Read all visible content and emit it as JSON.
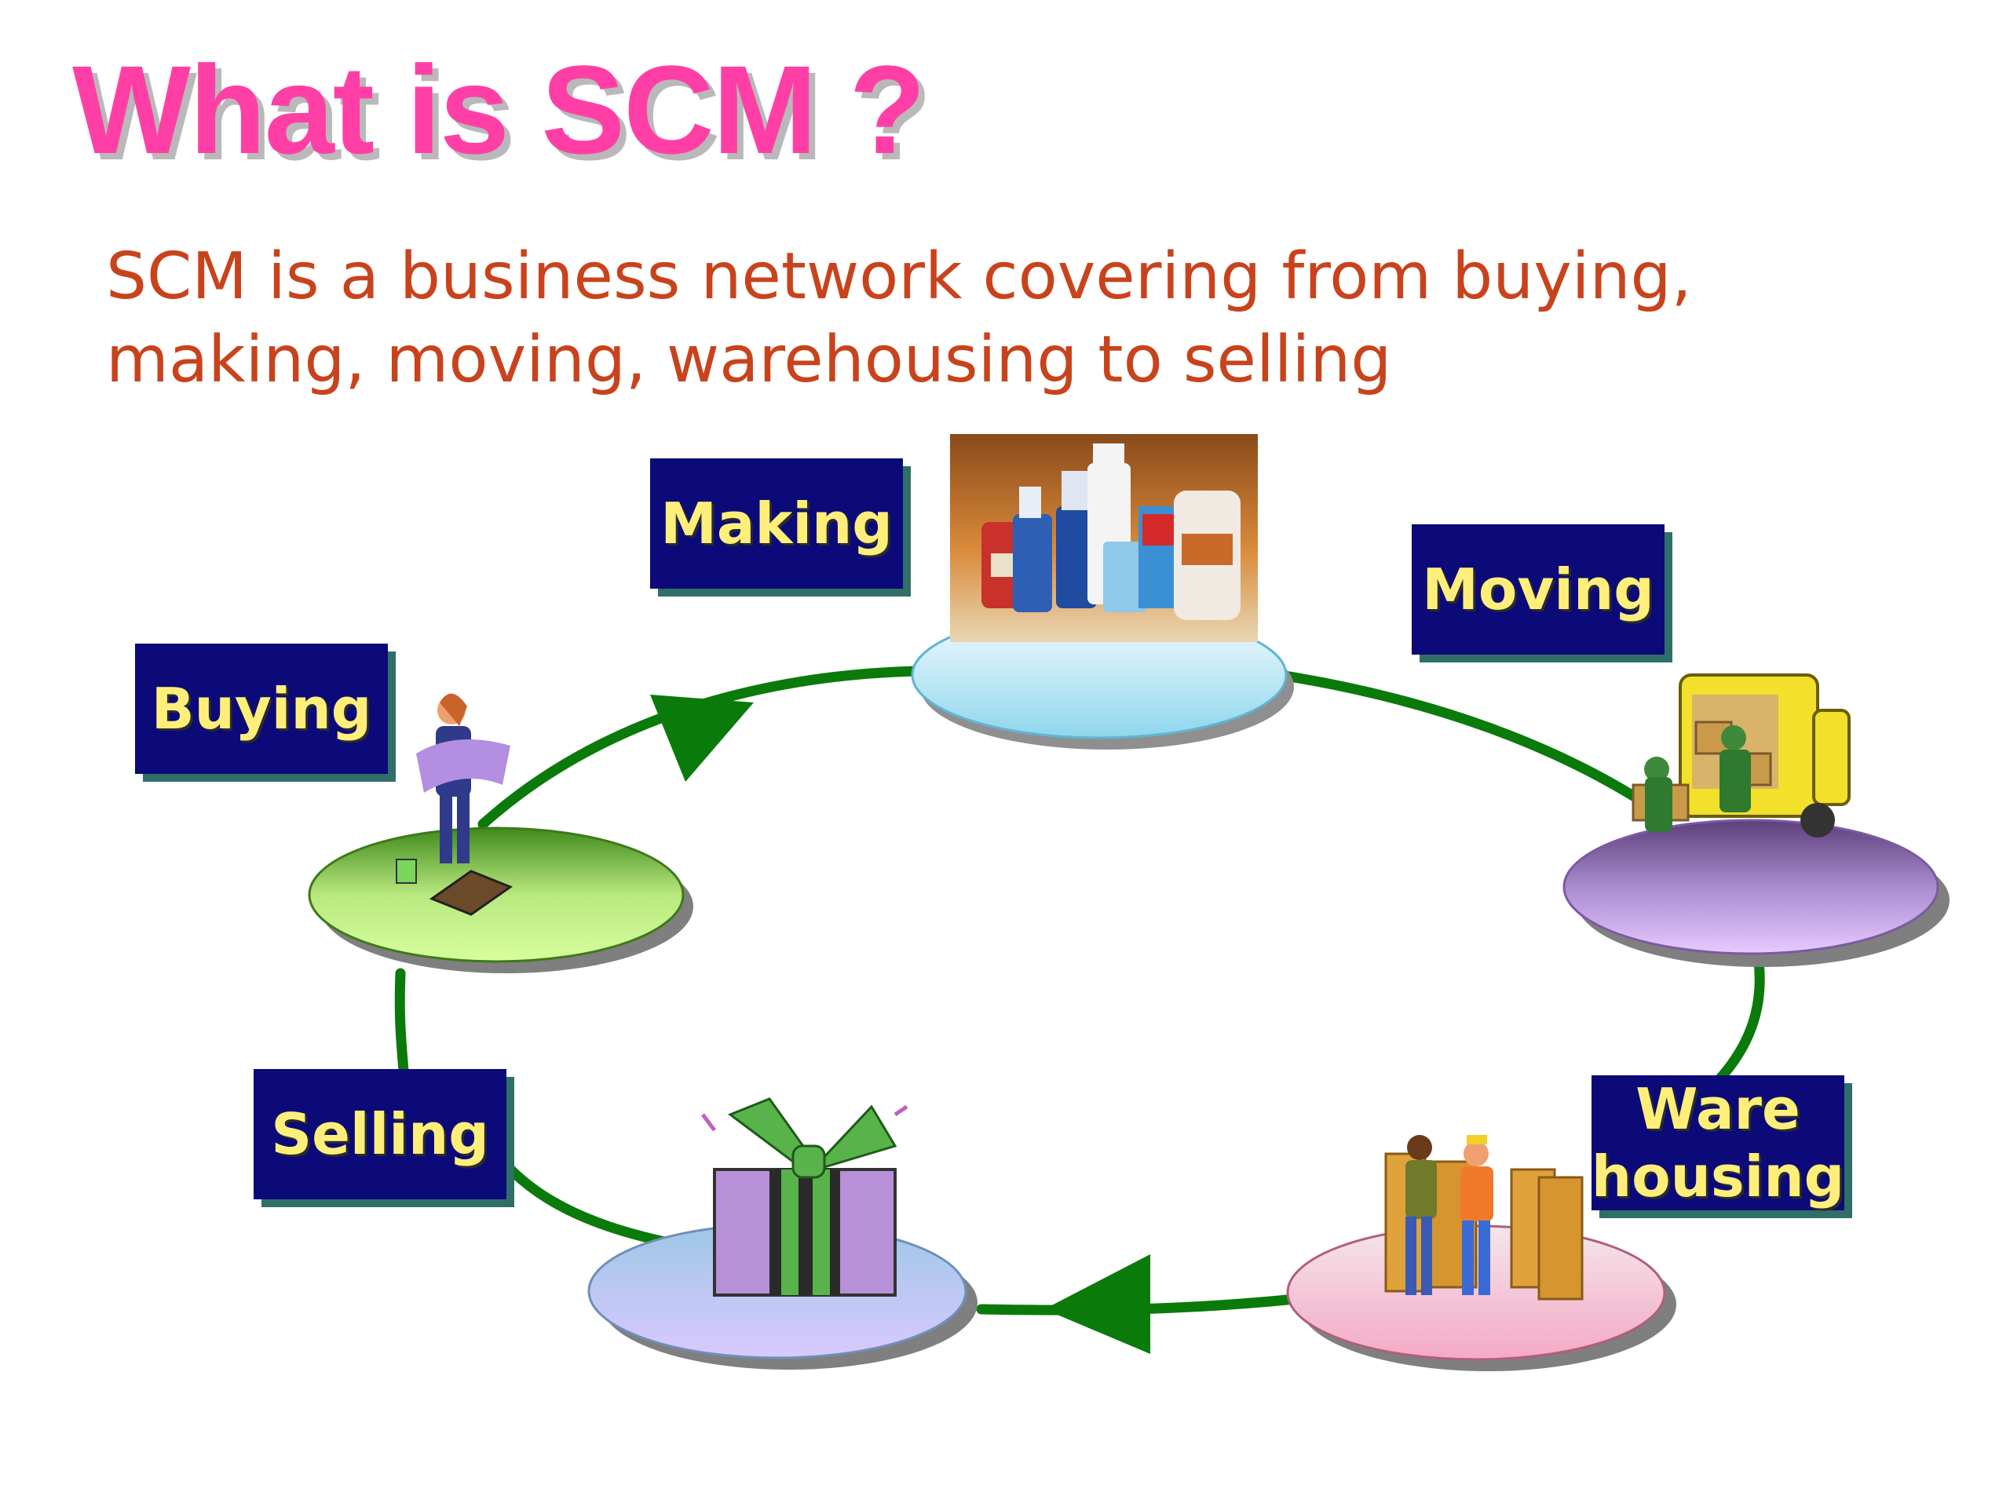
{
  "slide": {
    "title": "What is SCM ?",
    "subtitle_line1": "SCM is a business network covering from buying,",
    "subtitle_line2": "making, moving, warehousing to selling"
  },
  "stages": {
    "making": "Making",
    "moving": "Moving",
    "buying": "Buying",
    "warehousing_line1": "Ware",
    "warehousing_line2": "housing",
    "selling": "Selling"
  },
  "colors": {
    "title": "#ff3fa6",
    "subtitle": "#c8431c",
    "label_bg": "#0b0a78",
    "label_text": "#ffef7a",
    "cycle_line": "#0a7a0a"
  },
  "illustrations": [
    "cleaning-products-photo",
    "delivery-truck-icon",
    "shopper-icon",
    "warehouse-workers-icon",
    "gift-box-icon"
  ]
}
